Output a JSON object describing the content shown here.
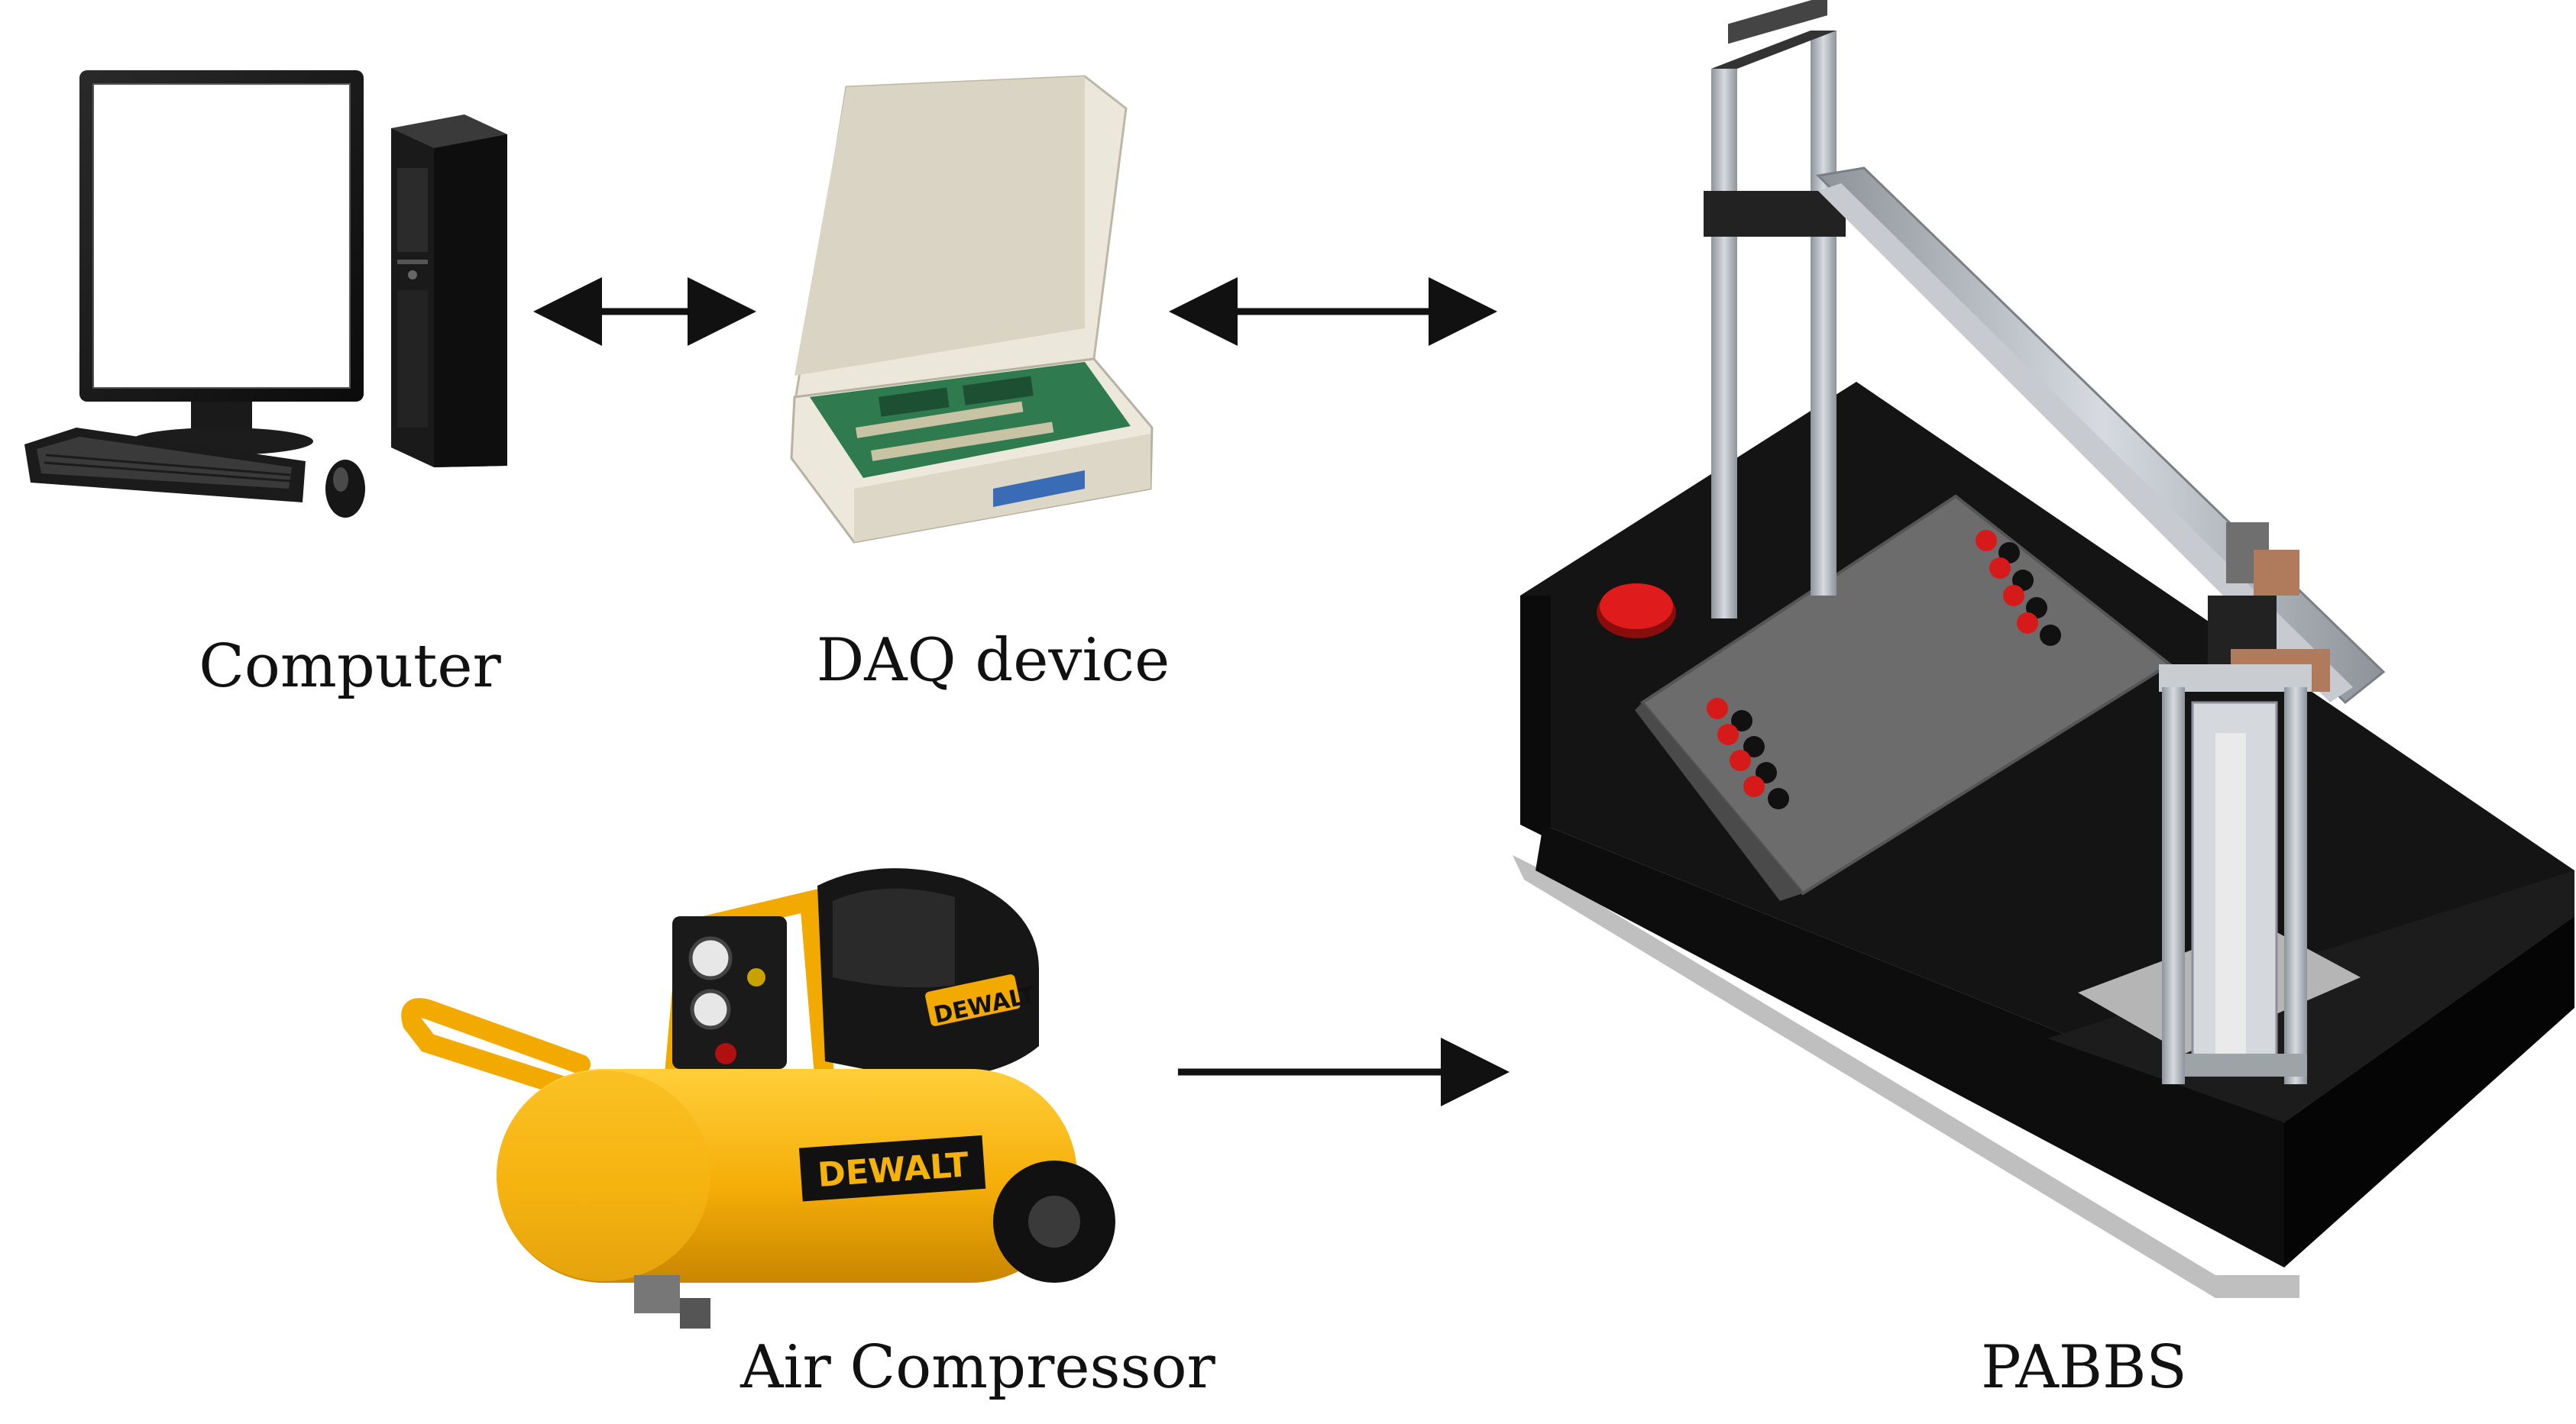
{
  "labels": {
    "computer": "Computer",
    "daq": "DAQ device",
    "compressor": "Air Compressor",
    "pabbs": "PABBS"
  },
  "logos": {
    "compressor_brand_side": "DEWALT",
    "compressor_brand_tank": "DEWALT"
  },
  "colors": {
    "arrow": "#111111",
    "compressor_yellow": "#f5b20a",
    "machine_black": "#111111",
    "machine_panel": "#6c6c6c",
    "frame_aluminum": "#a9aeb4",
    "button_red": "#d61a1a",
    "daq_case": "#e8e4d6",
    "daq_board": "#2f7a4e"
  },
  "icons": [
    "computer-icon",
    "daq-device-icon",
    "air-compressor-icon",
    "pabbs-machine-icon"
  ],
  "connections": [
    {
      "from": "computer",
      "to": "daq",
      "direction": "bidirectional"
    },
    {
      "from": "daq",
      "to": "pabbs",
      "direction": "bidirectional"
    },
    {
      "from": "compressor",
      "to": "pabbs",
      "direction": "one-way"
    }
  ]
}
